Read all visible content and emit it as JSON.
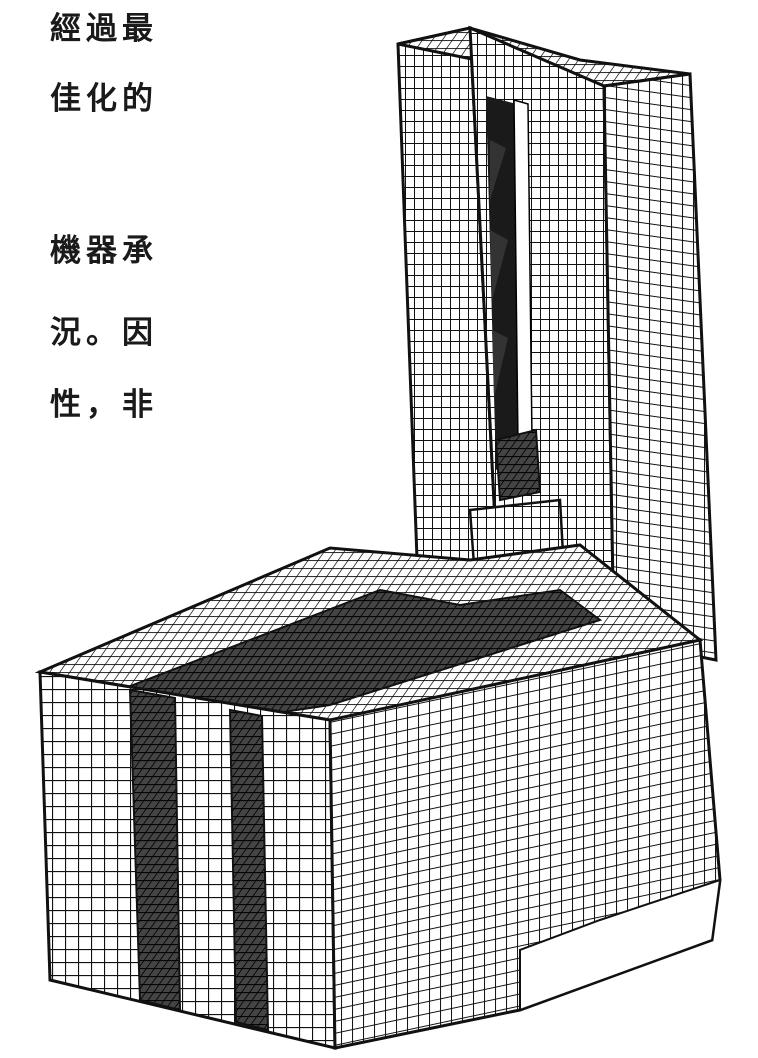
{
  "text_fragments": [
    "經過最",
    "佳化的",
    "機器承",
    "況。因",
    "性，非"
  ],
  "figure": {
    "icon": "mesh-model-figure",
    "description_label": ""
  },
  "colors": {
    "ink": "#1a1a1a",
    "paper": "#ffffff"
  }
}
